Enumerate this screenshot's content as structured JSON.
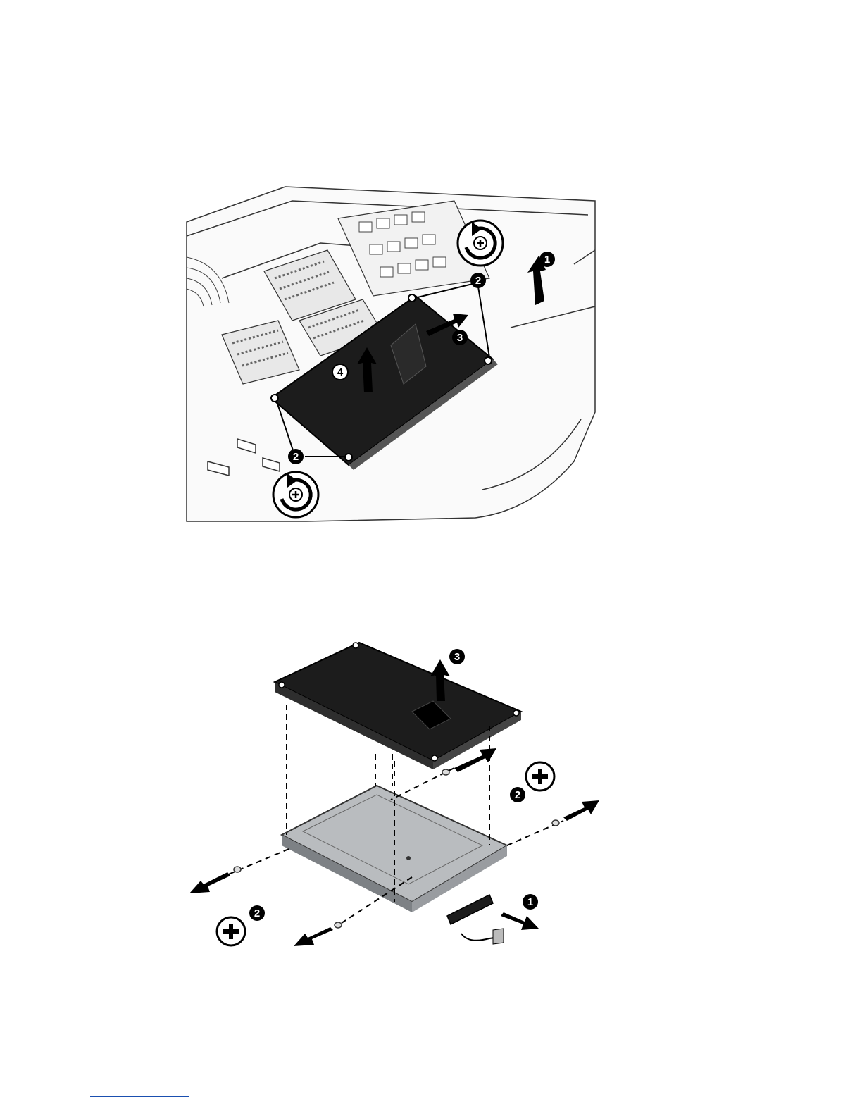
{
  "figure_top": {
    "callouts": {
      "c1": "1",
      "c2a": "2",
      "c2b": "2",
      "c3": "3",
      "c4": "4"
    }
  },
  "figure_bottom": {
    "callouts": {
      "c1": "1",
      "c2a": "2",
      "c2b": "2",
      "c3": "3"
    }
  },
  "colors": {
    "drive_dark": "#1c1c1c",
    "drive_metal": "#b9bcbf",
    "line": "#000000",
    "footer_link": "#1a4fb0"
  },
  "icons": [
    "rotate-screw-icon",
    "phillips-screw-icon",
    "arrow-icon"
  ]
}
